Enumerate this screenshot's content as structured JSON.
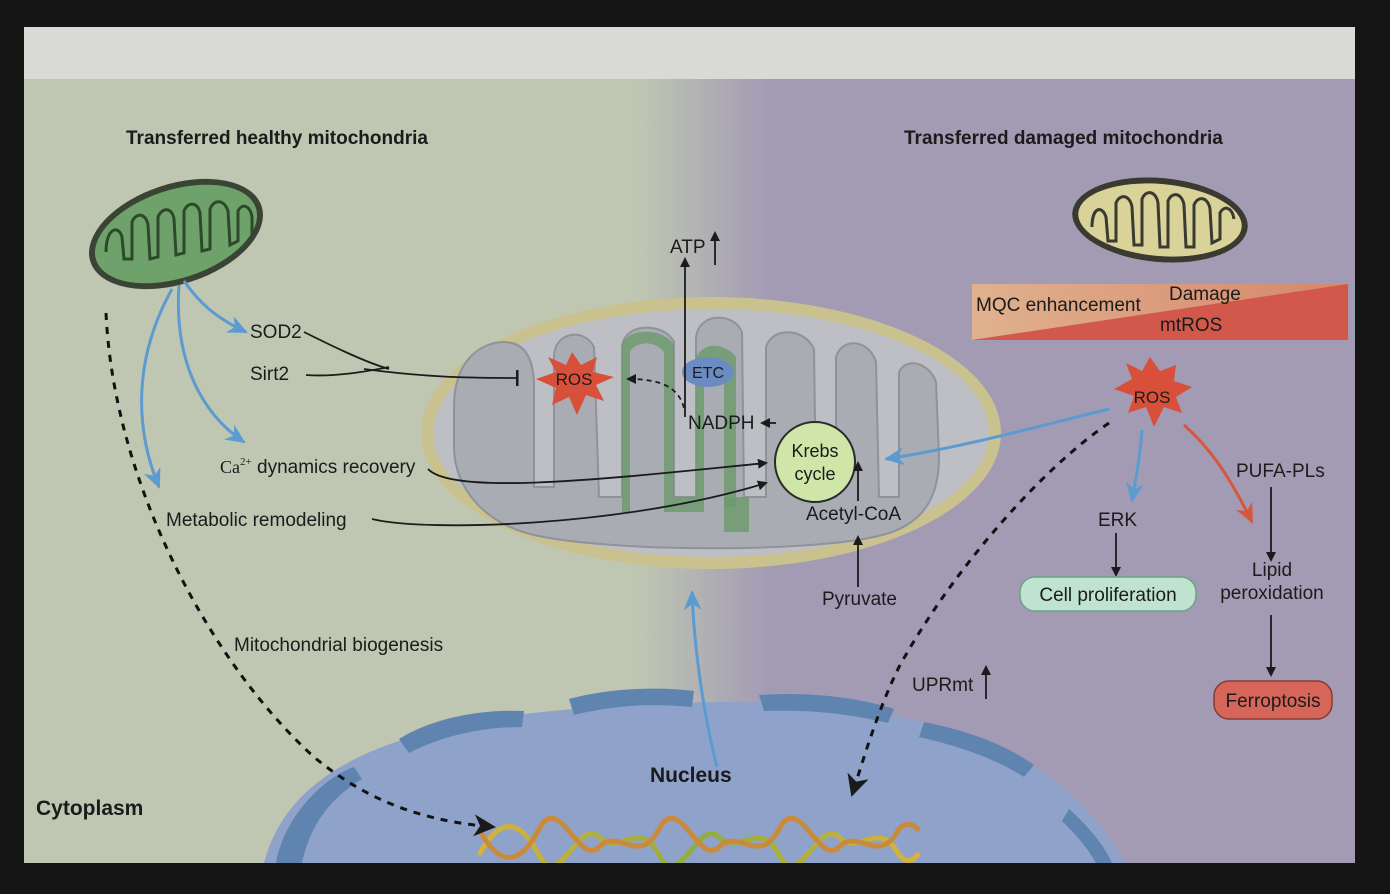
{
  "titles": {
    "healthy": "Transferred healthy mitochondria",
    "damaged": "Transferred damaged mitochondria"
  },
  "left": {
    "sod2": "SOD2",
    "sirt2": "Sirt2",
    "ca_prefix": "Ca",
    "ca_sup": "2+",
    "ca_suffix": " dynamics recovery",
    "metabolic": "Metabolic remodeling",
    "biogenesis": "Mitochondrial biogenesis",
    "cytoplasm": "Cytoplasm"
  },
  "center": {
    "atp": "ATP",
    "etc": "ETC",
    "ros": "ROS",
    "nadph": "NADPH",
    "krebs_line1": "Krebs",
    "krebs_line2": "cycle",
    "acetyl": "Acetyl-CoA",
    "pyruvate": "Pyruvate",
    "nucleus": "Nucleus"
  },
  "right": {
    "mqc": "MQC enhancement",
    "damage": "Damage",
    "mtros": "mtROS",
    "ros": "ROS",
    "erk": "ERK",
    "cell_proliferation": "Cell proliferation",
    "pufa": "PUFA-PLs",
    "lipid_line1": "Lipid",
    "lipid_line2": "peroxidation",
    "ferroptosis": "Ferroptosis",
    "uprmt": "UPRmt"
  },
  "colors": {
    "healthy_bg": "#bfc7b2",
    "damaged_bg": "#a39bb4",
    "top_bar": "#d9dad6",
    "nucleus": "#8fa2c9",
    "blue_arrow": "#5b9bd0",
    "red_arrow": "#d5573e",
    "ros_star": "#d9503a",
    "krebs": "#cfe6a8",
    "cell_prolif": "#bfe3cf",
    "ferroptosis": "#d7665a",
    "etc": "#6b8bc1"
  }
}
